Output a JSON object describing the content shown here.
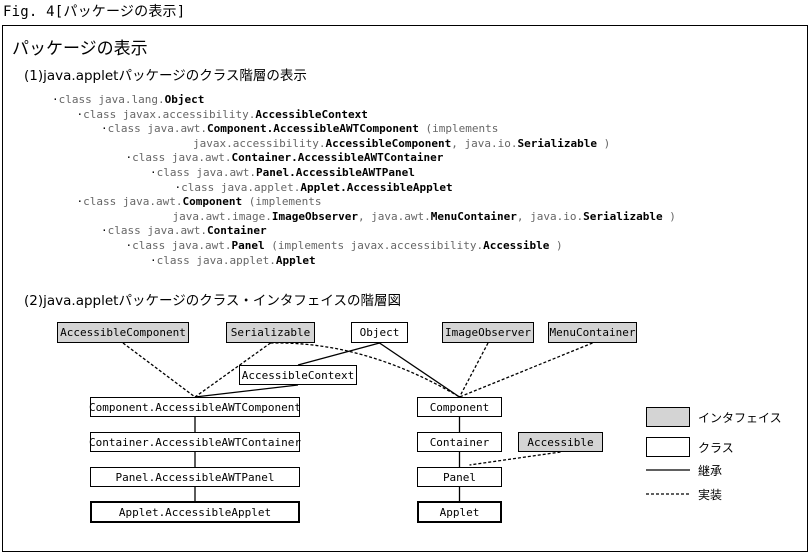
{
  "figure_caption": "Fig. 4[パッケージの表示]",
  "page_title": "パッケージの表示",
  "section1_title": "(1)java.appletパッケージのクラス階層の表示",
  "section2_title": "(2)java.appletパッケージのクラス・インタフェイスの階層図",
  "class_tree": [
    {
      "level": 0,
      "parts": [
        {
          "t": "class java.lang."
        },
        {
          "t": "Object",
          "b": true
        }
      ]
    },
    {
      "level": 1,
      "parts": [
        {
          "t": "class javax.accessibility."
        },
        {
          "t": "AccessibleContext",
          "b": true
        }
      ]
    },
    {
      "level": 2,
      "parts": [
        {
          "t": "class java.awt."
        },
        {
          "t": "Component.AccessibleAWTComponent",
          "b": true
        },
        {
          "t": " (implements"
        }
      ]
    },
    {
      "level": 2,
      "cont": 1,
      "parts": [
        {
          "t": "javax.accessibility."
        },
        {
          "t": "AccessibleComponent",
          "b": true
        },
        {
          "t": ", java.io."
        },
        {
          "t": "Serializable",
          "b": true
        },
        {
          "t": " )"
        }
      ]
    },
    {
      "level": 3,
      "parts": [
        {
          "t": "class java.awt."
        },
        {
          "t": "Container.AccessibleAWTContainer",
          "b": true
        }
      ]
    },
    {
      "level": 4,
      "parts": [
        {
          "t": "class java.awt."
        },
        {
          "t": "Panel.AccessibleAWTPanel",
          "b": true
        }
      ]
    },
    {
      "level": 5,
      "parts": [
        {
          "t": "class java.applet."
        },
        {
          "t": "Applet.AccessibleApplet",
          "b": true
        }
      ]
    },
    {
      "level": 1,
      "parts": [
        {
          "t": "class java.awt."
        },
        {
          "t": "Component",
          "b": true
        },
        {
          "t": " (implements"
        }
      ]
    },
    {
      "level": 1,
      "cont": 2,
      "parts": [
        {
          "t": "java.awt.image."
        },
        {
          "t": "ImageObserver",
          "b": true
        },
        {
          "t": ", java.awt."
        },
        {
          "t": "MenuContainer",
          "b": true
        },
        {
          "t": ", java.io."
        },
        {
          "t": "Serializable",
          "b": true
        },
        {
          "t": " )"
        }
      ]
    },
    {
      "level": 2,
      "parts": [
        {
          "t": "class java.awt."
        },
        {
          "t": "Container",
          "b": true
        }
      ]
    },
    {
      "level": 3,
      "parts": [
        {
          "t": "class java.awt."
        },
        {
          "t": "Panel",
          "b": true
        },
        {
          "t": " (implements javax.accessibility."
        },
        {
          "t": "Accessible",
          "b": true
        },
        {
          "t": " )"
        }
      ]
    },
    {
      "level": 4,
      "parts": [
        {
          "t": "class java.applet."
        },
        {
          "t": "Applet",
          "b": true
        }
      ]
    }
  ],
  "diagram": {
    "nodes": [
      {
        "id": "accessible-component",
        "label": "AccessibleComponent",
        "kind": "interface"
      },
      {
        "id": "serializable",
        "label": "Serializable",
        "kind": "interface"
      },
      {
        "id": "object",
        "label": "Object",
        "kind": "class"
      },
      {
        "id": "image-observer",
        "label": "ImageObserver",
        "kind": "interface"
      },
      {
        "id": "menu-container",
        "label": "MenuContainer",
        "kind": "interface"
      },
      {
        "id": "accessible-context",
        "label": "AccessibleContext",
        "kind": "class"
      },
      {
        "id": "component-accessible-awt-component",
        "label": "Component.AccessibleAWTComponent",
        "kind": "class"
      },
      {
        "id": "container-accessible-awt-container",
        "label": "Container.AccessibleAWTContainer",
        "kind": "class"
      },
      {
        "id": "panel-accessible-awt-panel",
        "label": "Panel.AccessibleAWTPanel",
        "kind": "class"
      },
      {
        "id": "applet-accessible-applet",
        "label": "Applet.AccessibleApplet",
        "kind": "class-final"
      },
      {
        "id": "component",
        "label": "Component",
        "kind": "class"
      },
      {
        "id": "container",
        "label": "Container",
        "kind": "class"
      },
      {
        "id": "accessible",
        "label": "Accessible",
        "kind": "interface"
      },
      {
        "id": "panel",
        "label": "Panel",
        "kind": "class"
      },
      {
        "id": "applet",
        "label": "Applet",
        "kind": "class-final"
      }
    ],
    "edges": [
      {
        "from": "object",
        "to": "accessible-context",
        "type": "inherit"
      },
      {
        "from": "object",
        "to": "component",
        "type": "inherit"
      },
      {
        "from": "accessible-context",
        "to": "component-accessible-awt-component",
        "type": "inherit"
      },
      {
        "from": "component-accessible-awt-component",
        "to": "container-accessible-awt-container",
        "type": "inherit"
      },
      {
        "from": "container-accessible-awt-container",
        "to": "panel-accessible-awt-panel",
        "type": "inherit"
      },
      {
        "from": "panel-accessible-awt-panel",
        "to": "applet-accessible-applet",
        "type": "inherit"
      },
      {
        "from": "component",
        "to": "container",
        "type": "inherit"
      },
      {
        "from": "container",
        "to": "panel",
        "type": "inherit"
      },
      {
        "from": "panel",
        "to": "applet",
        "type": "inherit"
      },
      {
        "from": "accessible-component",
        "to": "component-accessible-awt-component",
        "type": "implement"
      },
      {
        "from": "serializable",
        "to": "component-accessible-awt-component",
        "type": "implement"
      },
      {
        "from": "serializable",
        "to": "component",
        "type": "implement"
      },
      {
        "from": "image-observer",
        "to": "component",
        "type": "implement"
      },
      {
        "from": "menu-container",
        "to": "component",
        "type": "implement"
      },
      {
        "from": "accessible",
        "to": "panel",
        "type": "implement"
      }
    ]
  },
  "legend": {
    "interface": "インタフェイス",
    "class": "クラス",
    "inherit": "継承",
    "implement": "実装"
  },
  "colors": {
    "interface_fill": "#d4d4d4",
    "tree_package_text": "#666666"
  }
}
